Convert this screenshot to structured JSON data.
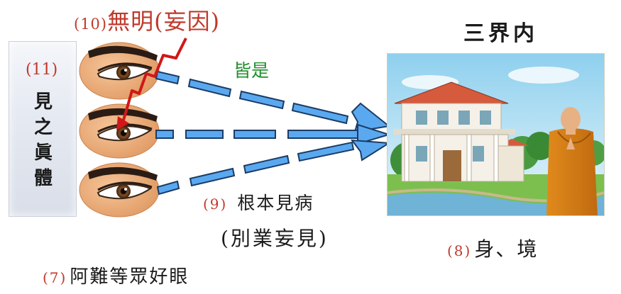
{
  "panel": {
    "number": "(11)",
    "text": "見之眞體"
  },
  "ignorance": {
    "number": "(10)",
    "text": "無明(妄因)"
  },
  "arrows_label": "皆是",
  "three_realms": "三界内",
  "fundamental_view": {
    "number": "(9)",
    "line1": "根本見病",
    "line2": "(別業妄見)"
  },
  "body_realm": {
    "number": "(8)",
    "text": "身、境"
  },
  "good_eyes": {
    "number": "(7)",
    "text": "阿難等眾好眼"
  },
  "colors": {
    "red": "#c0392b",
    "green": "#1f8f2b",
    "arrow": "#5aa9f0",
    "text": "#1a1a1a"
  }
}
